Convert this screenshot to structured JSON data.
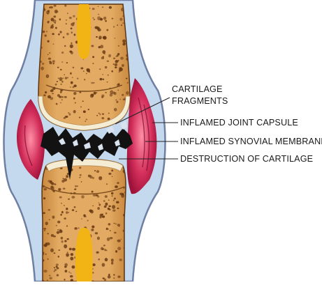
{
  "diagram": {
    "labels": {
      "cartilage_fragments": [
        "CARTILAGE",
        "FRAGMENTS"
      ],
      "inflamed_joint_capsule": "INFLAMED JOINT CAPSULE",
      "inflamed_synovial_membrane": "INFLAMED SYNOVIAL MEMBRANE",
      "destruction_of_cartilage": "DESTRUCTION OF CARTILAGE"
    },
    "colors": {
      "joint_capsule": "#c5d9ee",
      "capsule_outline": "#6f7fa3",
      "inflamed_synovium": "#c61f4e",
      "bone_spongy": "#dda35a",
      "bone_pores": "#6a3a14",
      "cartilage": "#f5ecd4",
      "marrow": "#f2b315",
      "destroyed_cartilage": "#121212",
      "leader_lines": "#222222"
    }
  }
}
